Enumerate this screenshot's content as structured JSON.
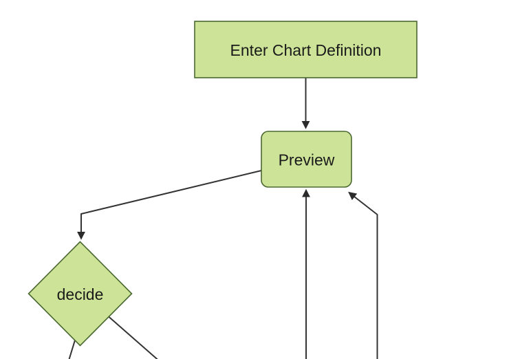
{
  "diagram": {
    "kind": "flowchart",
    "background": "#ffffff",
    "colors": {
      "node_fill": "#cde498",
      "node_border": "#4a682f",
      "edge_stroke": "#333333",
      "arrow_fill": "#2b2b2b",
      "label_text": "#1a1a1a"
    },
    "nodes": [
      {
        "id": "enter-chart-definition",
        "label": "Enter Chart Definition",
        "shape": "rectangle"
      },
      {
        "id": "preview",
        "label": "Preview",
        "shape": "rounded-rectangle"
      },
      {
        "id": "decide",
        "label": "decide",
        "shape": "diamond"
      }
    ],
    "edges": [
      {
        "from": "Enter Chart Definition",
        "to": "Preview",
        "arrow": true
      },
      {
        "from": "Preview",
        "to": "decide",
        "arrow": true
      },
      {
        "from": "decide",
        "to": "off-screen bottom left",
        "arrow": false
      },
      {
        "from": "decide",
        "to": "off-screen bottom right",
        "arrow": false
      },
      {
        "from": "off-screen bottom",
        "to": "Preview",
        "arrow": true
      },
      {
        "from": "off-screen bottom right",
        "to": "Preview",
        "arrow": true
      }
    ]
  }
}
